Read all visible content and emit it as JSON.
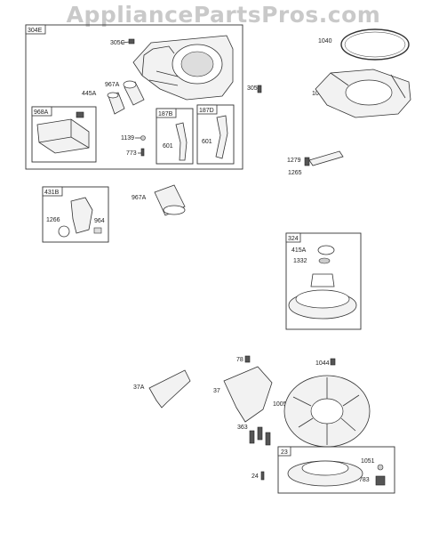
{
  "watermark": "AppliancePartsPros.com",
  "groups": {
    "g304E": "304E",
    "g968A": "968A",
    "g187B": "187B",
    "g187D": "187D",
    "g431B": "431B",
    "g324": "324",
    "g23": "23"
  },
  "labels": {
    "p305C": "305C",
    "p967A_top": "967A",
    "p445A": "445A",
    "p1139": "1139",
    "p773": "773",
    "p601_b": "601",
    "p601_d": "601",
    "p1040": "1040",
    "p305": "305",
    "p1040D": "1040D",
    "p1279": "1279",
    "p1265": "1265",
    "p1266": "1266",
    "p964": "964",
    "p967A_mid": "967A",
    "p415A": "415A",
    "p1332": "1332",
    "p78": "78",
    "p1044": "1044",
    "p37A": "37A",
    "p37": "37",
    "p1005": "1005",
    "p363": "363",
    "p24": "24",
    "p1051": "1051",
    "p783": "783"
  }
}
